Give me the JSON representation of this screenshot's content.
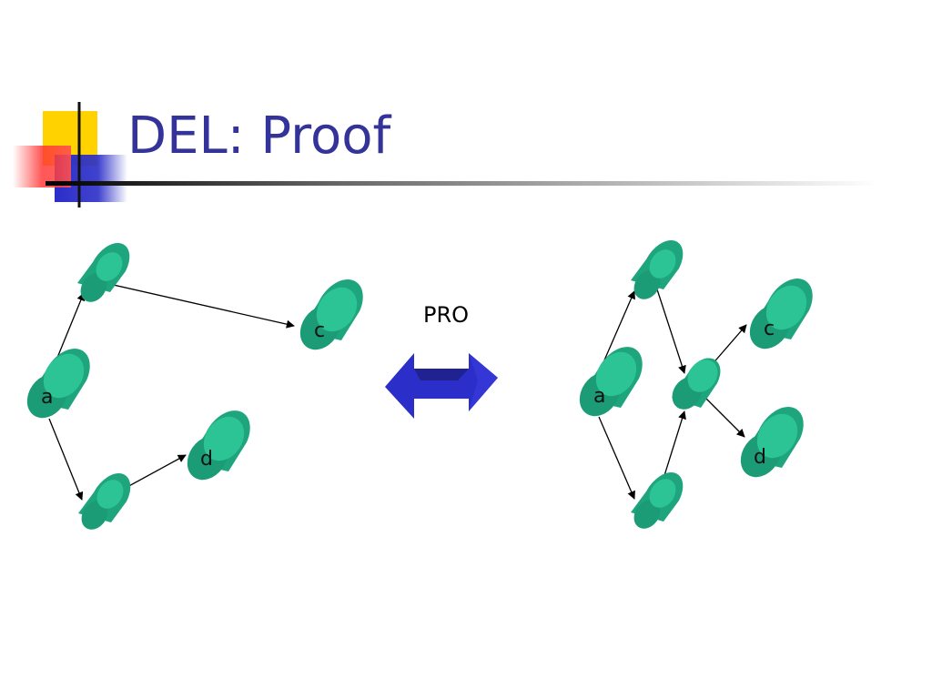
{
  "slide": {
    "title": "DEL: Proof",
    "transform_label": "PRO"
  },
  "left_graph": {
    "nodes": [
      {
        "id": "n1",
        "label": ""
      },
      {
        "id": "c",
        "label": "c"
      },
      {
        "id": "a",
        "label": "a"
      },
      {
        "id": "d",
        "label": "d"
      },
      {
        "id": "n2",
        "label": ""
      }
    ],
    "edges": [
      {
        "from": "a",
        "to": "n1"
      },
      {
        "from": "n1",
        "to": "c"
      },
      {
        "from": "a",
        "to": "n2"
      },
      {
        "from": "n2",
        "to": "d"
      }
    ]
  },
  "right_graph": {
    "nodes": [
      {
        "id": "n1",
        "label": ""
      },
      {
        "id": "c",
        "label": "c"
      },
      {
        "id": "a",
        "label": "a"
      },
      {
        "id": "m",
        "label": ""
      },
      {
        "id": "d",
        "label": "d"
      },
      {
        "id": "n2",
        "label": ""
      }
    ],
    "edges": [
      {
        "from": "a",
        "to": "n1"
      },
      {
        "from": "n1",
        "to": "m"
      },
      {
        "from": "a",
        "to": "n2"
      },
      {
        "from": "n2",
        "to": "m"
      },
      {
        "from": "m",
        "to": "c"
      },
      {
        "from": "m",
        "to": "d"
      }
    ]
  },
  "colors": {
    "title": "#333399",
    "node_fill": "#1fa57e",
    "node_top": "#2cc495",
    "arrow": "#2b2e9a",
    "accent_yellow": "#ffd200",
    "accent_red": "#ff3030",
    "accent_blue": "#2b2ec8"
  }
}
